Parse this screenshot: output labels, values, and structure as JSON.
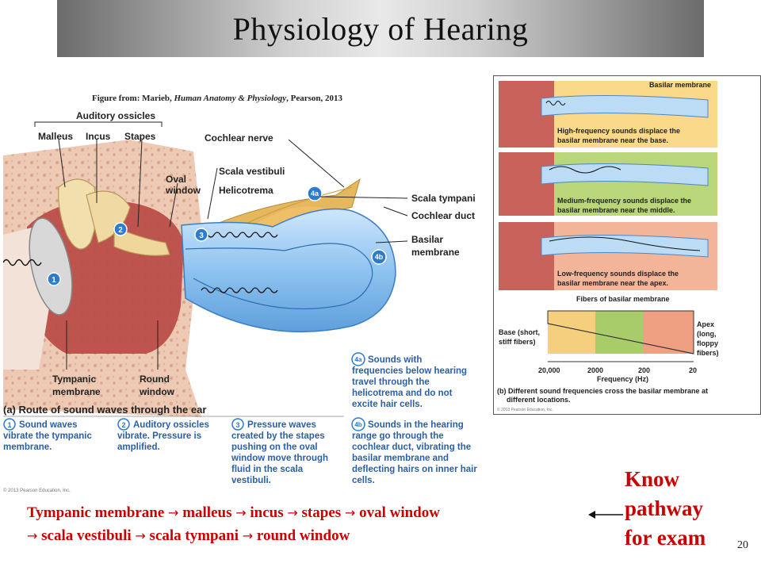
{
  "slide": {
    "title": "Physiology of Hearing",
    "credit_prefix": "Figure from: Marieb, ",
    "credit_book": "Human Anatomy & Physiology",
    "credit_suffix": ", Pearson, 2013",
    "page_number": "20"
  },
  "figure_a": {
    "labels": {
      "auditory_ossicles": "Auditory ossicles",
      "malleus": "Malleus",
      "incus": "Incus",
      "stapes": "Stapes",
      "cochlear_nerve": "Cochlear nerve",
      "oval_window_1": "Oval",
      "oval_window_2": "window",
      "scala_vestibuli": "Scala vestibuli",
      "helicotrema": "Helicotrema",
      "scala_tympani": "Scala tympani",
      "cochlear_duct": "Cochlear duct",
      "basilar_membrane_1": "Basilar",
      "basilar_membrane_2": "membrane",
      "tympanic_membrane_1": "Tympanic",
      "tympanic_membrane_2": "membrane",
      "round_window_1": "Round",
      "round_window_2": "window"
    },
    "markers": {
      "m1": "1",
      "m2": "2",
      "m3": "3",
      "m4a": "4a",
      "m4b": "4b"
    },
    "caption_title": "(a) Route of sound waves through the ear",
    "note_4a": [
      "Sounds with",
      "frequencies below hearing",
      "travel through the",
      "helicotrema and do not",
      "excite hair cells."
    ],
    "step_1": [
      "Sound waves",
      "vibrate the tympanic",
      "membrane."
    ],
    "step_2": [
      "Auditory ossicles",
      "vibrate. Pressure is",
      "amplified."
    ],
    "step_3": [
      "Pressure waves",
      "created by the stapes",
      "pushing on the oval",
      "window move through",
      "fluid in the scala",
      "vestibuli."
    ],
    "step_4b": [
      "Sounds in the hearing",
      "range go through the",
      "cochlear duct, vibrating the",
      "basilar membrane and",
      "deflecting hairs on inner hair",
      "cells."
    ],
    "copyright": "© 2013 Pearson Education, Inc."
  },
  "figure_b": {
    "basilar_label": "Basilar membrane",
    "panels": [
      {
        "text": [
          "High-frequency sounds displace the",
          "basilar membrane near the base."
        ],
        "color": "#fbd98a"
      },
      {
        "text": [
          "Medium-frequency sounds displace the",
          "basilar membrane near the middle."
        ],
        "color": "#b9d77a"
      },
      {
        "text": [
          "Low-frequency sounds displace the",
          "basilar membrane near the apex."
        ],
        "color": "#f3b59a"
      }
    ],
    "fibers_label": "Fibers of basilar membrane",
    "base_label": [
      "Base (short,",
      "stiff fibers)"
    ],
    "apex_label": [
      "Apex",
      "(long,",
      "floppy",
      "fibers)"
    ],
    "freq_ticks": [
      "20,000",
      "2000",
      "200",
      "20"
    ],
    "freq_axis": "Frequency (Hz)",
    "caption": [
      "(b) Different sound frequencies cross the basilar membrane at",
      "different locations."
    ],
    "copyright": "© 2013 Pearson Education, Inc."
  },
  "pathway": {
    "steps": [
      "Tympanic membrane",
      "malleus",
      "incus",
      "stapes",
      "oval window",
      "scala vestibuli",
      "scala tympani",
      "round window"
    ],
    "arrow": "→"
  },
  "callout": {
    "line1": "Know",
    "line2": "pathway",
    "line3": "for exam"
  }
}
